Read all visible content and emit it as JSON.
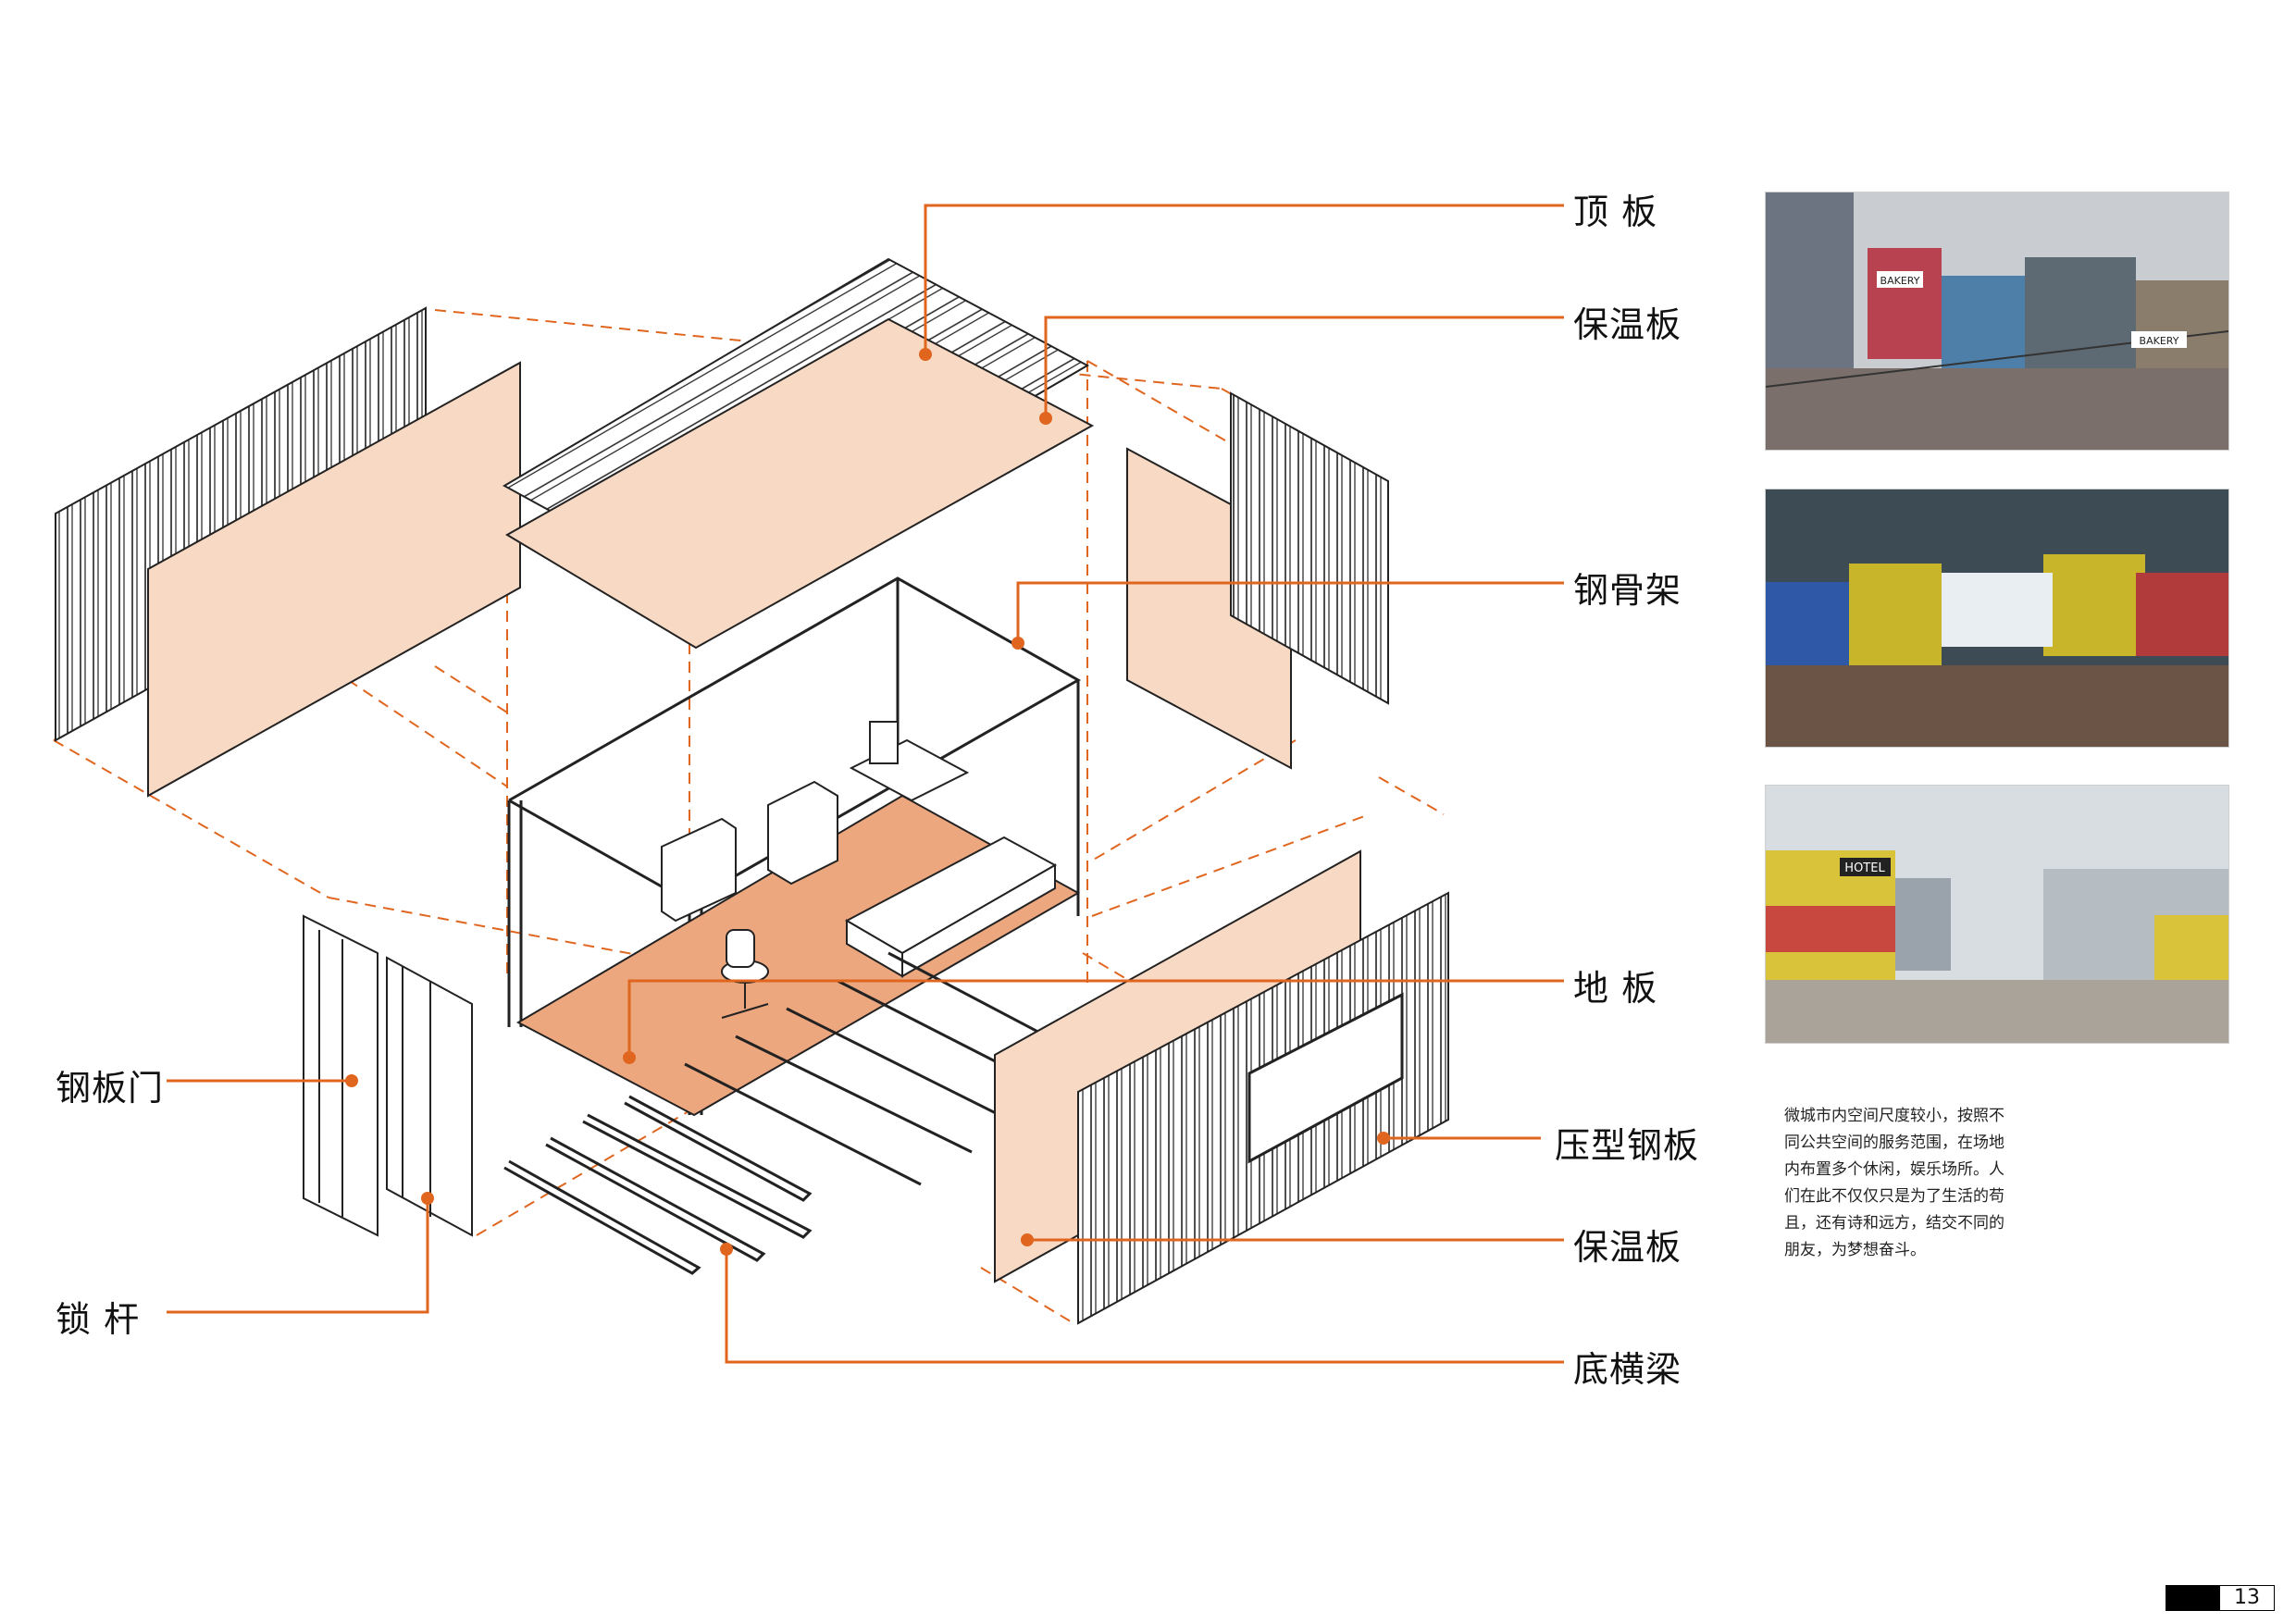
{
  "labels": {
    "roof_panel": "顶  板",
    "insulation_top": "保温板",
    "steel_frame": "钢骨架",
    "floor": "地  板",
    "corrugated_steel": "压型钢板",
    "insulation_side": "保温板",
    "bottom_beam": "底横梁",
    "steel_door": "钢板门",
    "lock_bar": "锁  杆"
  },
  "photos": [
    {
      "signs": [
        "BAKERY",
        "BAKERY"
      ]
    },
    {
      "signs": []
    },
    {
      "signs": [
        "HOTEL"
      ]
    }
  ],
  "description": "微城市内空间尺度较小，按照不同公共空间的服务范围，在场地内布置多个休闲，娱乐场所。人们在此不仅仅只是为了生活的苟且，还有诗和远方，结交不同的朋友，为梦想奋斗。",
  "page_number": "13",
  "colors": {
    "accent": "#e0661f",
    "panel_fill": "#f8d9c4",
    "floor_fill": "#eda77f"
  }
}
